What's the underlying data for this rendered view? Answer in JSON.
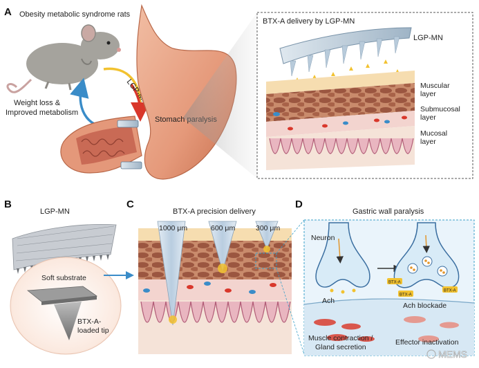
{
  "panels": {
    "A": {
      "letter": "A",
      "rat_label": "Obesity metabolic syndrome rats",
      "arrow_label": "LGP-MN",
      "outcome_line1": "Weight loss &",
      "outcome_line2": "Improved metabolism",
      "stomach_label": "Stomach paralysis",
      "inset_title": "BTX-A delivery by LGP-MN",
      "inset_mn_label": "LGP-MN",
      "layers": [
        {
          "line1": "Muscular",
          "line2": "layer"
        },
        {
          "line1": "Submucosal",
          "line2": "layer"
        },
        {
          "line1": "Mucosal",
          "line2": "layer"
        }
      ]
    },
    "B": {
      "letter": "B",
      "title": "LGP-MN",
      "substrate_label": "Soft substrate",
      "tip_line1": "BTX-A-",
      "tip_line2": "loaded tip"
    },
    "C": {
      "letter": "C",
      "title": "BTX-A precision delivery",
      "needles": [
        "1000 μm",
        "600 μm",
        "300 μm"
      ]
    },
    "D": {
      "letter": "D",
      "title": "Gastric wall paralysis",
      "neuron_label": "Neuron",
      "ach_label": "Ach",
      "blockade_label": "Ach blockade",
      "btx_tag": "BTX-A",
      "left_line1": "Muscle contraction /",
      "left_line2": "Gland secretion",
      "right_label": "Effector inactivation"
    }
  },
  "watermark": "MEMS",
  "colors": {
    "stomach": "#e7a487",
    "stomach_dark": "#c9714f",
    "muscle": "#b0684f",
    "submucosa": "#f3d4cf",
    "mucosa": "#e9b6c0",
    "patch": "#b9cbd8",
    "needle": "#c7d6e4",
    "arrow_blue": "#3a8cc8",
    "arrow_red": "#d9372b",
    "arrow_yellow": "#f2c230",
    "dash_box": "#3aa0c8",
    "rat": "#9d9b96"
  }
}
